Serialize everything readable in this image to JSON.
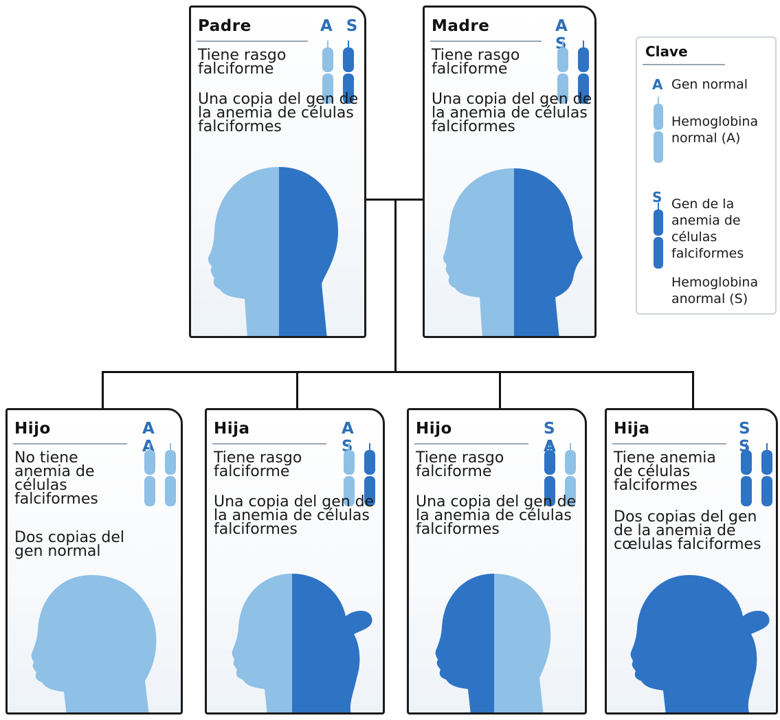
{
  "colors": {
    "light": "#8fc0e6",
    "dark": "#2f73c4",
    "letter": "#2d6fb8",
    "border": "#1a1a1a"
  },
  "parents": [
    {
      "id": "padre",
      "title": "Padre",
      "alleles": "A S",
      "status": "Tiene rasgo falciforme",
      "detail": "Una copia del gen de la anemia de células falciformes"
    },
    {
      "id": "madre",
      "title": "Madre",
      "alleles": "A S",
      "status": "Tiene rasgo falciforme",
      "detail": "Una copia del gen de la anemia de células falciformes"
    }
  ],
  "children": [
    {
      "id": "hijo1",
      "title": "Hijo",
      "alleles": "A A",
      "status": "No tiene anemia de células falciformes",
      "detail": "Dos copias del gen normal"
    },
    {
      "id": "hija1",
      "title": "Hija",
      "alleles": "A S",
      "status": "Tiene rasgo falciforme",
      "detail": "Una copia del gen de la anemia de células falciformes"
    },
    {
      "id": "hijo2",
      "title": "Hijo",
      "alleles": "S A",
      "status": "Tiene rasgo falciforme",
      "detail": "Una copia del gen de la anemia de células falciformes"
    },
    {
      "id": "hija2",
      "title": "Hija",
      "alleles": "S S",
      "status": "Tiene anemia de células falciformes",
      "detail": "Dos copias del gen de la anemia de cœlulas falciformes"
    }
  ],
  "key": {
    "title": "Clave",
    "normal_letter": "A",
    "normal_gene": "Gen normal",
    "normal_hemo": "Hemoglobina normal (A)",
    "sickle_letter": "S",
    "sickle_gene": "Gen de la anemia de células falciformes",
    "sickle_hemo": "Hemoglobina anormal (S)"
  }
}
